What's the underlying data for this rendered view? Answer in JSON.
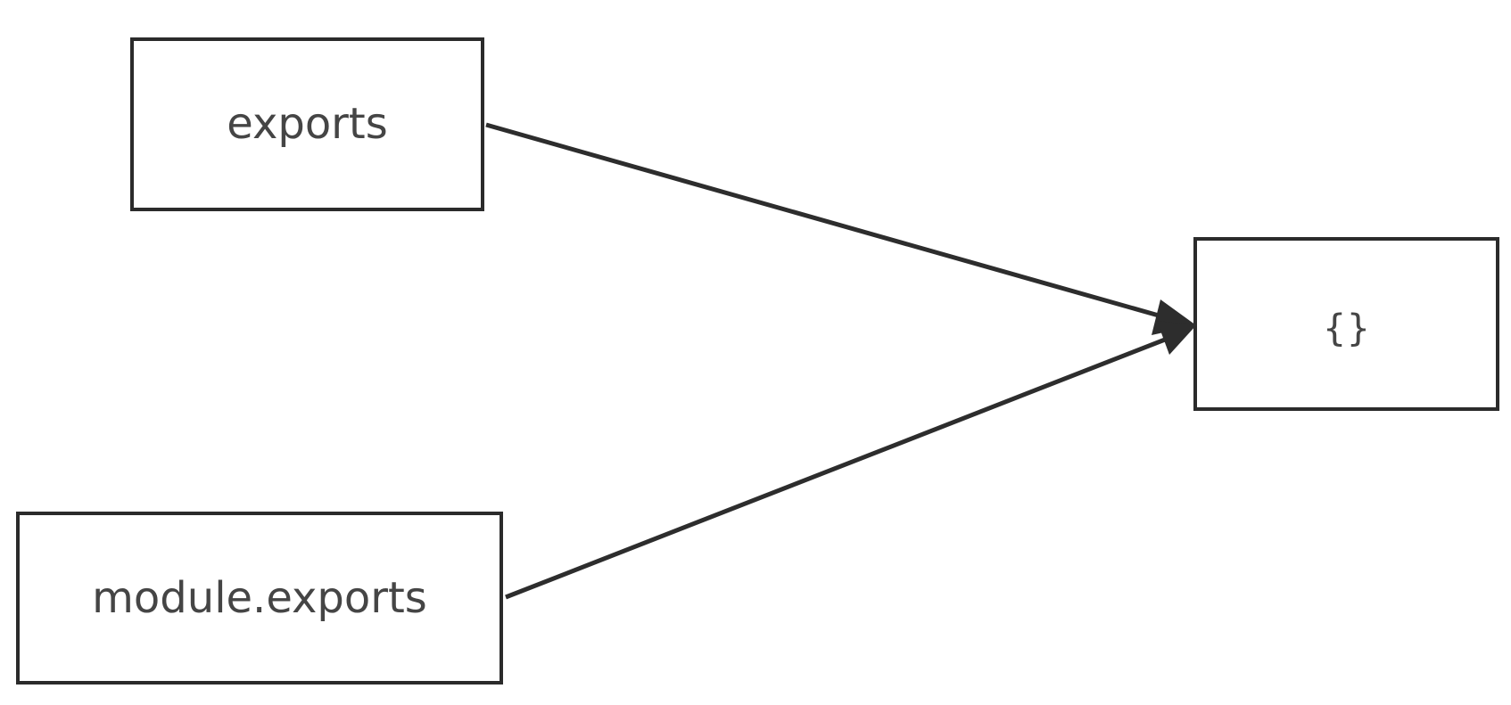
{
  "diagram": {
    "nodes": {
      "exports": {
        "label": "exports"
      },
      "module_exports": {
        "label": "module.exports"
      },
      "object": {
        "label": "{}"
      }
    },
    "edges": [
      {
        "from": "exports",
        "to": "object"
      },
      {
        "from": "module.exports",
        "to": "object"
      }
    ]
  }
}
